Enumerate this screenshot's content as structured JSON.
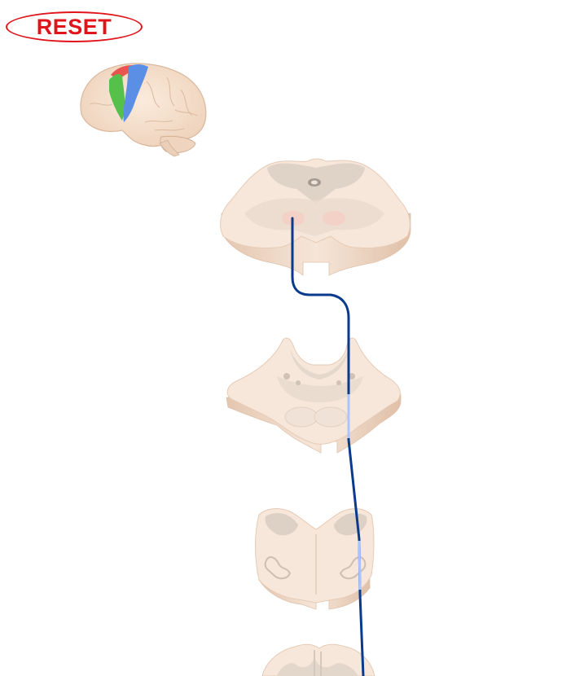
{
  "controls": {
    "reset_label": "RESET"
  },
  "diagram": {
    "brain_regions": [
      {
        "name": "prefrontal-region",
        "color": "#e8554e"
      },
      {
        "name": "premotor-region",
        "color": "#55c04a"
      },
      {
        "name": "motor-region",
        "color": "#5b8fe6"
      }
    ],
    "pathway_color": "#0a3a8c",
    "highlight_color": "#a9c4ff",
    "tissue_color": "#f3dccb",
    "tissue_shadow_color": "#d9b9a2",
    "gray_matter_color": "#d8cdc4"
  }
}
